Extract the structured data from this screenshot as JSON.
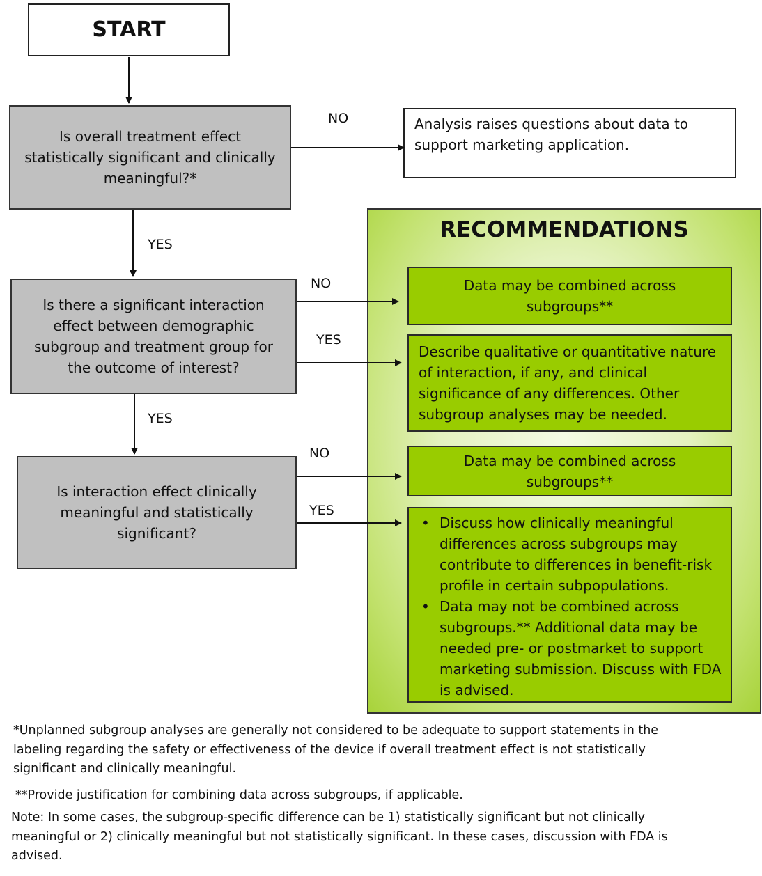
{
  "start": {
    "label": "START"
  },
  "decisions": [
    {
      "text": "Is overall treatment effect statistically significant and clinically meaningful?*"
    },
    {
      "text": "Is there a significant interaction effect between demographic subgroup and treatment group for the outcome of interest?"
    },
    {
      "text": "Is interaction effect clinically meaningful and statistically significant?"
    }
  ],
  "outcome": {
    "text": "Analysis raises questions about data to support marketing application."
  },
  "recommendations": {
    "title": "RECOMMENDATIONS",
    "items": [
      {
        "text": "Data may be combined across subgroups**"
      },
      {
        "text": "Describe qualitative or quantitative nature of interaction, if any, and clinical significance of any differences. Other subgroup analyses may be needed."
      },
      {
        "text": "Data may be combined across subgroups**"
      },
      {
        "bullets": [
          "Discuss how clinically meaningful differences across subgroups may contribute to differences in benefit-risk profile in certain subpopulations.",
          "Data may not be combined across subgroups.** Additional data may be needed pre- or postmarket to support marketing submission. Discuss with FDA is advised."
        ]
      }
    ]
  },
  "edge_labels": {
    "q1_no": "NO",
    "q1_yes": "YES",
    "q2_no": "NO",
    "q2_yes_right": "YES",
    "q2_yes_down": "YES",
    "q3_no": "NO",
    "q3_yes": "YES"
  },
  "footnotes": {
    "single_star": "*Unplanned subgroup analyses are generally not considered to be adequate to support statements in the labeling regarding the safety or effectiveness of the device if overall treatment effect is not statistically significant and clinically meaningful.",
    "double_star": "**Provide justification for combining data across subgroups, if applicable.",
    "note": "Note:  In some cases, the subgroup-specific difference can be 1) statistically significant but not clinically meaningful or 2) clinically meaningful but not statistically significant. In these cases, discussion with FDA is advised."
  }
}
